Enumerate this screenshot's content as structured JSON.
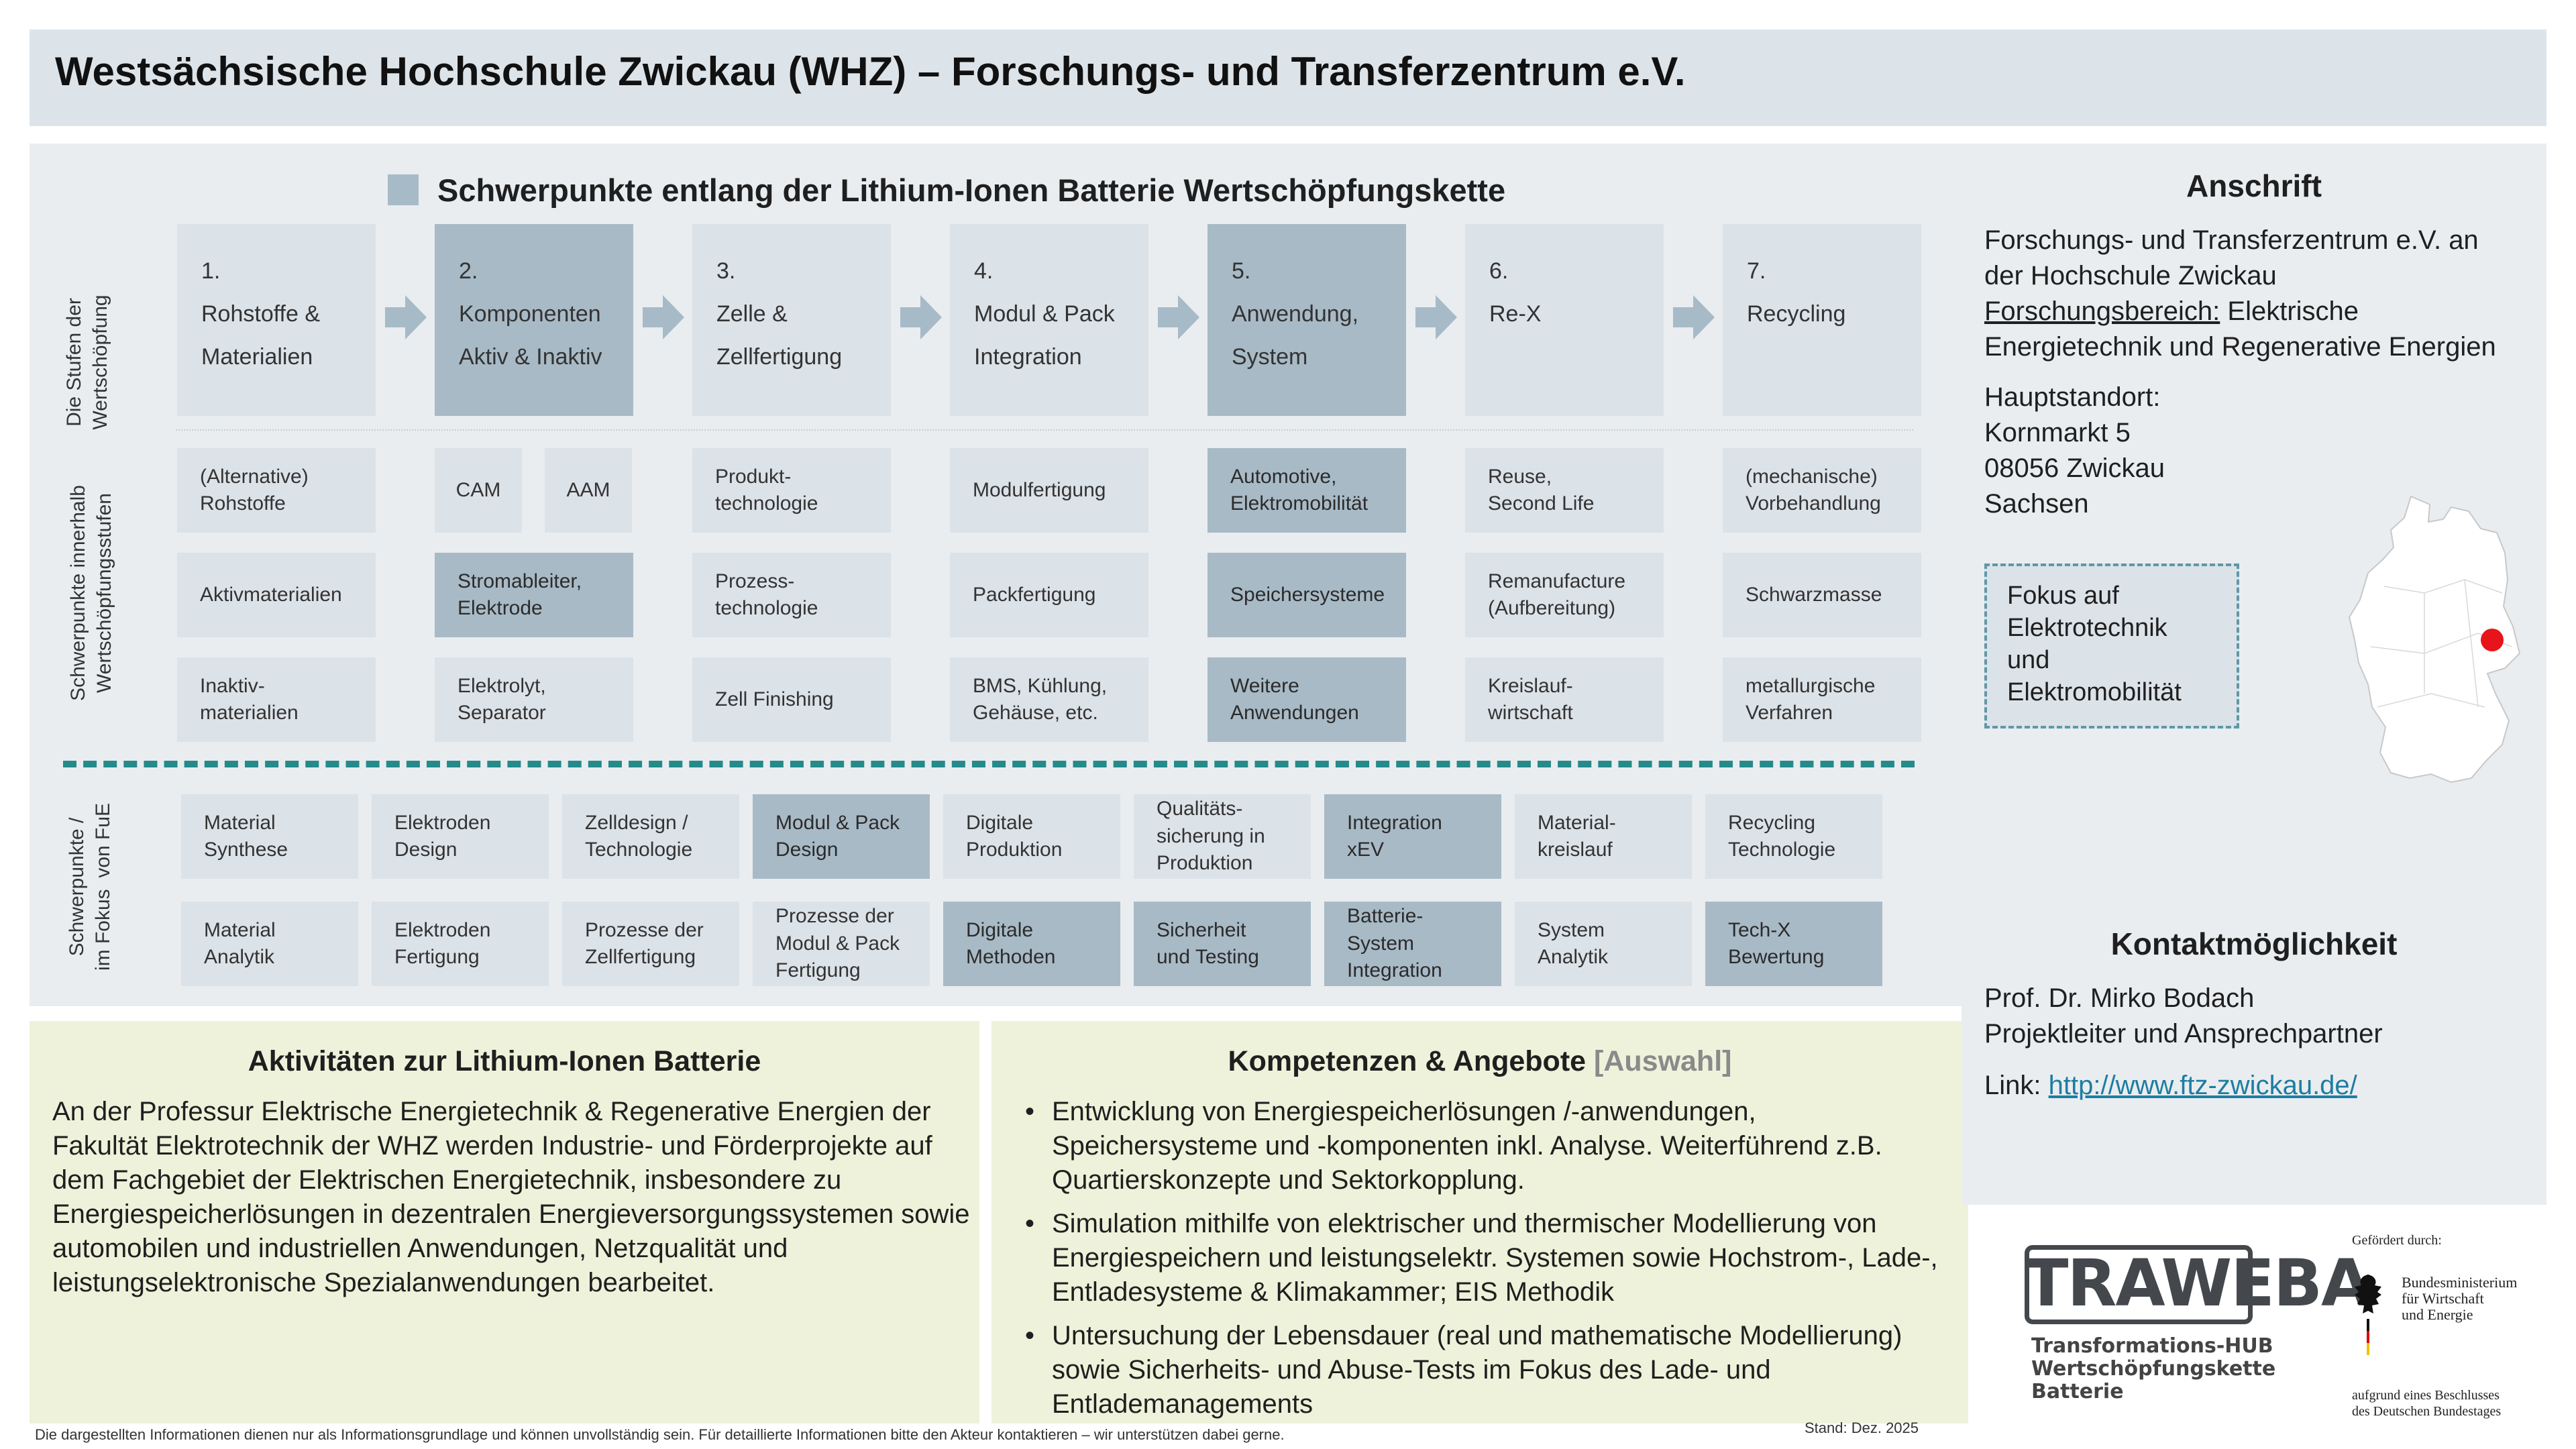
{
  "header": {
    "title": "Westsächsische Hochschule Zwickau (WHZ) – Forschungs- und Transferzentrum e.V."
  },
  "chain": {
    "title": "Schwerpunkte entlang der Lithium-Ionen Batterie Wertschöpfungskette",
    "row_labels": {
      "stages": "Die Stufen der\nWertschöpfung",
      "focus": "Schwerpunkte innerhalb\nWertschöpfungsstufen",
      "rnd": "Schwerpunkte /\nim Fokus  von FuE"
    },
    "stages": [
      {
        "num": "1.",
        "line1": "Rohstoffe &",
        "line2": "Materialien"
      },
      {
        "num": "2.",
        "line1": "Komponenten",
        "line2": "Aktiv & Inaktiv"
      },
      {
        "num": "3.",
        "line1": "Zelle &",
        "line2": "Zellfertigung"
      },
      {
        "num": "4.",
        "line1": "Modul & Pack",
        "line2": "Integration"
      },
      {
        "num": "5.",
        "line1": "Anwendung,",
        "line2": "System"
      },
      {
        "num": "6.",
        "line1": "Re-X",
        "line2": ""
      },
      {
        "num": "7.",
        "line1": "Recycling",
        "line2": ""
      }
    ],
    "sub": {
      "s1": [
        "(Alternative)\nRohstoffe",
        "Aktivmaterialien",
        "Inaktiv-\nmaterialien"
      ],
      "s2_top": [
        "CAM",
        "AAM"
      ],
      "s2": [
        "Stromableiter,\nElektrode",
        "Elektrolyt,\nSeparator"
      ],
      "s3": [
        "Produkt-\ntechnologie",
        "Prozess-\ntechnologie",
        "Zell Finishing"
      ],
      "s4": [
        "Modulfertigung",
        "Packfertigung",
        "BMS, Kühlung,\nGehäuse, etc."
      ],
      "s5": [
        "Automotive,\nElektromobilität",
        "Speichersysteme",
        "Weitere\nAnwendungen"
      ],
      "s6": [
        "Reuse,\nSecond Life",
        "Remanufacture\n(Aufbereitung)",
        "Kreislauf-\nwirtschaft"
      ],
      "s7": [
        "(mechanische)\nVorbehandlung",
        "Schwarzmasse",
        "metallurgische\nVerfahren"
      ]
    },
    "rnd_row1": [
      "Material\nSynthese",
      "Elektroden\nDesign",
      "Zelldesign /\nTechnologie",
      "Modul & Pack\nDesign",
      "Digitale\nProduktion",
      "Qualitäts-\nsicherung in\nProduktion",
      "Integration\nxEV",
      "Material-\nkreislauf",
      "Recycling\nTechnologie"
    ],
    "rnd_row2": [
      "Material\nAnalytik",
      "Elektroden\nFertigung",
      "Prozesse der\nZellfertigung",
      "Prozesse der\nModul & Pack\nFertigung",
      "Digitale\nMethoden",
      "Sicherheit\nund Testing",
      "Batterie-\nSystem\nIntegration",
      "System\nAnalytik",
      "Tech-X\nBewertung"
    ]
  },
  "activities": {
    "title": "Aktivitäten zur Lithium-Ionen Batterie",
    "text": "An der Professur Elektrische Energietechnik & Regenerative Energien der Fakultät Elektrotechnik der WHZ werden Industrie- und Förderprojekte auf dem Fachgebiet der Elektrischen Energietechnik, insbesondere zu Energiespeicherlösungen in dezentralen Energieversorgungssystemen sowie automobilen und industriellen Anwendungen, Netzqualität und leistungselektronische Spezialanwendungen bearbeitet."
  },
  "competences": {
    "title": "Kompetenzen & Angebote",
    "title_suffix": "[Auswahl]",
    "items": [
      "Entwicklung von Energiespeicherlösungen /-anwendungen, Speichersysteme und -komponenten inkl. Analyse. Weiterführend z.B. Quartierskonzepte und Sektorkopplung.",
      "Simulation mithilfe von elektrischer und thermischer Modellierung von Energiespeichern und leistungselektr. Systemen sowie Hochstrom-, Lade-, Entladesysteme & Klimakammer; EIS Methodik",
      "Untersuchung der Lebensdauer (real und mathematische Modellierung) sowie Sicherheits- und Abuse-Tests im Fokus des Lade- und Entlademanagements"
    ]
  },
  "address": {
    "title": "Anschrift",
    "line1": "Forschungs- und Transferzentrum e.V. an",
    "line2": "der Hochschule Zwickau",
    "area_label": "Forschungsbereich:",
    "area_value": " Elektrische",
    "line4": "Energietechnik und Regenerative Energien",
    "hq_label": "Hauptstandort:",
    "street": "Kornmarkt 5",
    "city": "08056 Zwickau",
    "state": "Sachsen",
    "focus_box": "Fokus auf Elektrotechnik und Elektromobilität"
  },
  "contact": {
    "title": "Kontaktmöglichkeit",
    "name": "Prof. Dr. Mirko Bodach",
    "role": "Projektleiter und Ansprechpartner",
    "link_label": "Link:",
    "link": "http://www.ftz-zwickau.de/"
  },
  "logos": {
    "traweba": "TRAWEBA",
    "traweba_sub1": "Transformations-HUB",
    "traweba_sub2": "Wertschöpfungskette",
    "traweba_sub3": "Batterie",
    "funded_by": "Gefördert durch:",
    "bmwk1": "Bundesministerium",
    "bmwk2": "für Wirtschaft",
    "bmwk3": "und Energie",
    "decision1": "aufgrund eines Beschlusses",
    "decision2": "des Deutschen Bundestages"
  },
  "footer": {
    "note": "Die dargestellten Informationen dienen nur als Informationsgrundlage und können unvollständig sein. Für detaillierte Informationen bitte den Akteur kontaktieren – wir unterstützen dabei gerne.",
    "stand": "Stand: Dez. 2025"
  },
  "colors": {
    "highlight": "#a8bac6",
    "box": "#dbe2e8",
    "panel": "#e9edf0",
    "green_panel": "#eef2da",
    "dash": "#258a8a",
    "marker": "#e8141c"
  }
}
